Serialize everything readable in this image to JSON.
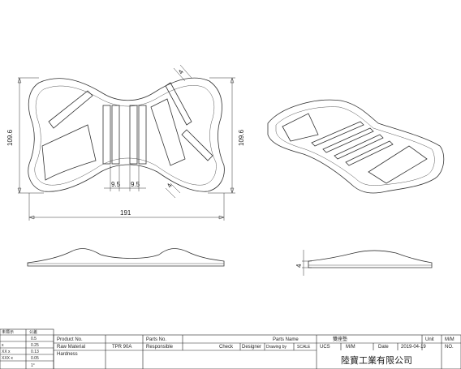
{
  "dimensions": {
    "front_width": "191",
    "front_height_left": "109.6",
    "front_height_right": "109.6",
    "slot_width_a": "9.5",
    "slot_width_b": "9.5",
    "edge_a": "4",
    "edge_b": "4",
    "side_thickness": "4"
  },
  "tolerance_table": {
    "header": [
      "未標示",
      "公差"
    ],
    "rows": [
      {
        "label": "",
        "value": "0.5"
      },
      {
        "label": "x",
        "value": "0.25"
      },
      {
        "label": "XX x",
        "value": "0.13"
      },
      {
        "label": "XXX x",
        "value": "0.05"
      },
      {
        "label": "",
        "value": "1°"
      }
    ]
  },
  "title_block": {
    "product_no_label": "Product No.",
    "raw_material_label": "Raw Material",
    "raw_material_value": "TPR 90A",
    "hardness_label": "Hardness",
    "parts_no_label": "Parts No.",
    "responsible_label": "Responsible",
    "check_label": "Check",
    "designer_label": "Designer",
    "drawing_by_label": "Drawing by",
    "scale_label": "SCALE",
    "parts_name_label": "Parts Name",
    "parts_name_value": "雙座墊",
    "ucs_label": "UCS",
    "units_value": "M/M",
    "date_label": "Date",
    "date_value": "2019-04-19",
    "unit_label": "Unit",
    "unit_value": "M/M",
    "no_label": "NO.",
    "company": "陸寶工業有限公司"
  }
}
